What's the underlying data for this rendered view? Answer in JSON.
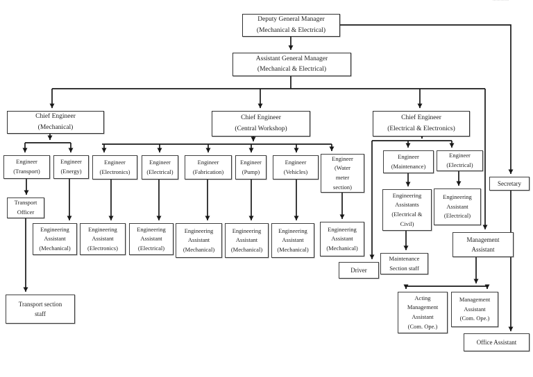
{
  "fragment": "⋯⋯⋯⋯",
  "nodes": {
    "deputy_gm": {
      "label": "Deputy General Manager\n(Mechanical & Electrical)"
    },
    "agm": {
      "label": "Assistant General Manager\n(Mechanical & Electrical)"
    },
    "chief_mech": {
      "label": "Chief Engineer\n(Mechanical)"
    },
    "chief_cw": {
      "label": "Chief Engineer\n(Central Workshop)"
    },
    "chief_ee": {
      "label": "Chief Engineer\n(Electrical & Electronics)"
    },
    "eng_transport": {
      "label": "Engineer\n(Transport)"
    },
    "eng_energy": {
      "label": "Engineer\n(Energy)"
    },
    "eng_electronics": {
      "label": "Engineer\n(Electronics)"
    },
    "eng_electrical": {
      "label": "Engineer\n(Electrical)"
    },
    "eng_fabrication": {
      "label": "Engineer\n(Fabrication)"
    },
    "eng_pump": {
      "label": "Engineer\n(Pump)"
    },
    "eng_vehicles": {
      "label": "Engineer\n(Vehicles)"
    },
    "eng_watermeter": {
      "label": "Engineer\n(Water\nmeter\nsection)"
    },
    "eng_maintenance": {
      "label": "Engineer\n(Maintenance)"
    },
    "eng_electrical_ee": {
      "label": "Engineer\n(Electrical)"
    },
    "secretary": {
      "label": "Secretary"
    },
    "transport_officer": {
      "label": "Transport\nOfficer"
    },
    "ea_mech_energy": {
      "label": "Engineering\nAssistant\n(Mechanical)"
    },
    "ea_electronics": {
      "label": "Engineering\nAssistant\n(Electronics)"
    },
    "ea_electrical": {
      "label": "Engineering\nAssistant\n(Electrical)"
    },
    "ea_mech_fab": {
      "label": "Engineering\nAssistant\n(Mechanical)"
    },
    "ea_mech_pump": {
      "label": "Engineering\nAssistant\n(Mechanical)"
    },
    "ea_mech_veh": {
      "label": "Engineering\nAssistant\n(Mechanical)"
    },
    "ea_mech_wm": {
      "label": "Engineering\nAssistant\n(Mechanical)"
    },
    "ea_elec_civil": {
      "label": "Engineering\nAssistants\n(Electrical &\nCivil)"
    },
    "ea_electrical_ee": {
      "label": "Engineering\nAssistant\n(Electrical)"
    },
    "mgmt_assistant": {
      "label": "Management\nAssistant"
    },
    "maintenance_staff": {
      "label": "Maintenance\nSection staff"
    },
    "driver": {
      "label": "Driver"
    },
    "transport_staff": {
      "label": "Transport section\nstaff"
    },
    "acting_ma": {
      "label": "Acting\nManagement\nAssistant\n(Com. Ope.)"
    },
    "ma_com_ope": {
      "label": "Management\nAssistant\n(Com. Ope.)"
    },
    "office_assistant": {
      "label": "Office Assistant"
    }
  }
}
